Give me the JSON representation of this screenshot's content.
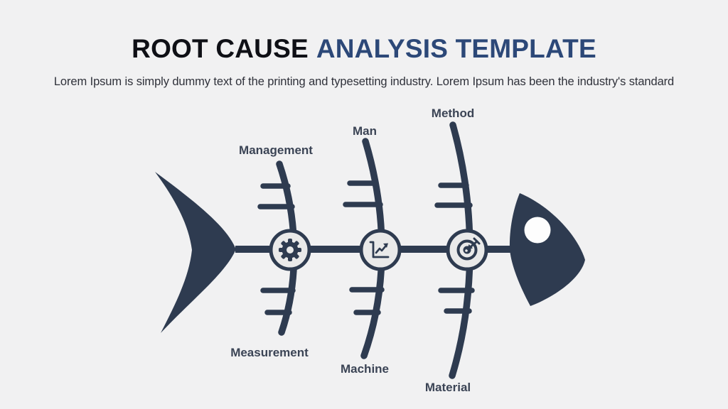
{
  "page": {
    "background_color": "#f1f1f2"
  },
  "header": {
    "title": {
      "primary": "ROOT CAUSE",
      "secondary": "ANALYSIS TEMPLATE",
      "primary_color": "#0f1016",
      "secondary_color": "#2c4878"
    },
    "subtitle": "Lorem Ipsum is simply dummy text of the printing and typesetting industry. Lorem Ipsum has been the industry's standard"
  },
  "diagram": {
    "type": "fishbone-root-cause",
    "bone_color": "#2e3b50",
    "node_fill_color": "#e9e9e9",
    "top_labels": {
      "management": "Management",
      "man": "Man",
      "method": "Method"
    },
    "bottom_labels": {
      "measurement": "Measurement",
      "machine": "Machine",
      "material": "Material"
    },
    "node_icons": [
      "gear-icon",
      "line-chart-icon",
      "target-icon"
    ]
  }
}
